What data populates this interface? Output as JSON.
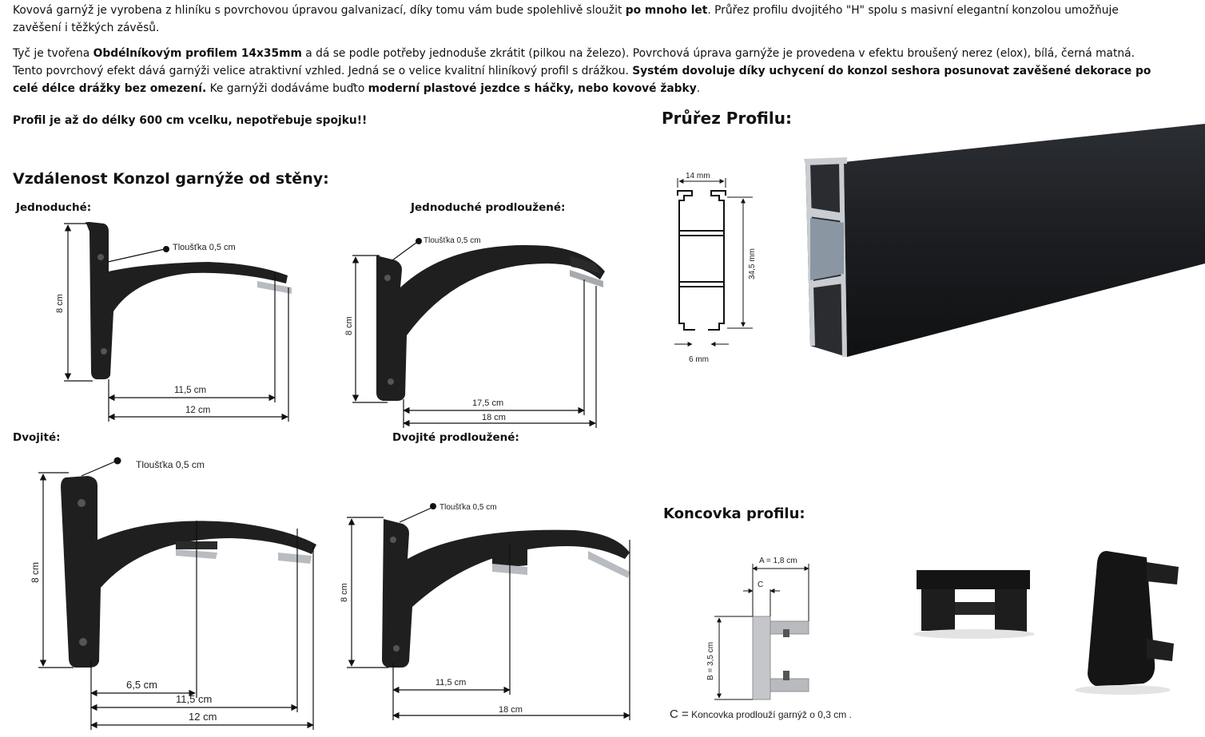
{
  "intro": {
    "p1_a": "Kovová garnýž je vyrobena z hliníku s povrchovou úpravou galvanizací, díky tomu vám bude spolehlivě sloužit ",
    "p1_b": "po mnoho let",
    "p1_c": ". Průřez profilu dvojitého \"H\" spolu s masivní elegantní konzolou umožňuje zavěšení i těžkých závěsů.",
    "p2_a": " Tyč je tvořena ",
    "p2_b": "Obdélníkovým profilem 14x35mm",
    "p2_c": " a dá se podle potřeby jednoduše zkrátit (pilkou na železo). Povrchová úprava garnýže je provedena v efektu broušený nerez (elox), bílá, černá matná. Tento povrchový efekt dává garnýži velice atraktivní vzhled. Jedná se o velice kvalitní hliníkový profil s drážkou. ",
    "p2_d": "Systém dovoluje díky uchycení do konzol seshora posunovat zavěšené dekorace po celé délce drážky bez omezení.",
    "p2_e": " Ke garnýži dodáváme buďto ",
    "p2_f": "moderní plastové jezdce s háčky, nebo kovové žabky",
    "p2_g": ".",
    "p3": "Profil je až do délky 600 cm vcelku, nepotřebuje spojku!!"
  },
  "headings": {
    "distance": "Vzdálenost Konzol garnýže od stěny:",
    "profile": "Průřez Profilu:",
    "endcap": "Koncovka profilu:"
  },
  "brackets": {
    "single": {
      "label": "Jednoduché:",
      "thickness": "Tloušťka 0,5 cm",
      "height": "8 cm",
      "d1": "11,5 cm",
      "d2": "12 cm"
    },
    "single_ext": {
      "label": "Jednoduché prodloužené:",
      "thickness": "Tloušťka 0,5 cm",
      "height": "8 cm",
      "d1": "17,5 cm",
      "d2": "18 cm"
    },
    "double": {
      "label": "Dvojité:",
      "thickness": "Tloušťka 0,5 cm",
      "height": "8 cm",
      "d0": "6,5 cm",
      "d1": "11,5 cm",
      "d2": "12 cm"
    },
    "double_ext": {
      "label": "Dvojité prodloužené:",
      "thickness": "Tloušťka 0,5 cm",
      "height": "8 cm",
      "d1": "11,5 cm",
      "d2": "18 cm"
    }
  },
  "profile": {
    "width_top": "14 mm",
    "height": "34,5 mm",
    "width_slot": "6 mm"
  },
  "endcap": {
    "a": "A = 1,8 cm",
    "c": "C",
    "b": "B = 3,5 cm",
    "note_c": "C =",
    "note": "Koncovka prodlouží garnýž o 0,3 cm ."
  },
  "colors": {
    "bracket": "#1f1f1f",
    "dimension": "#111111",
    "aluminium": "#c9ccd0",
    "rail": "#1b1d20"
  }
}
